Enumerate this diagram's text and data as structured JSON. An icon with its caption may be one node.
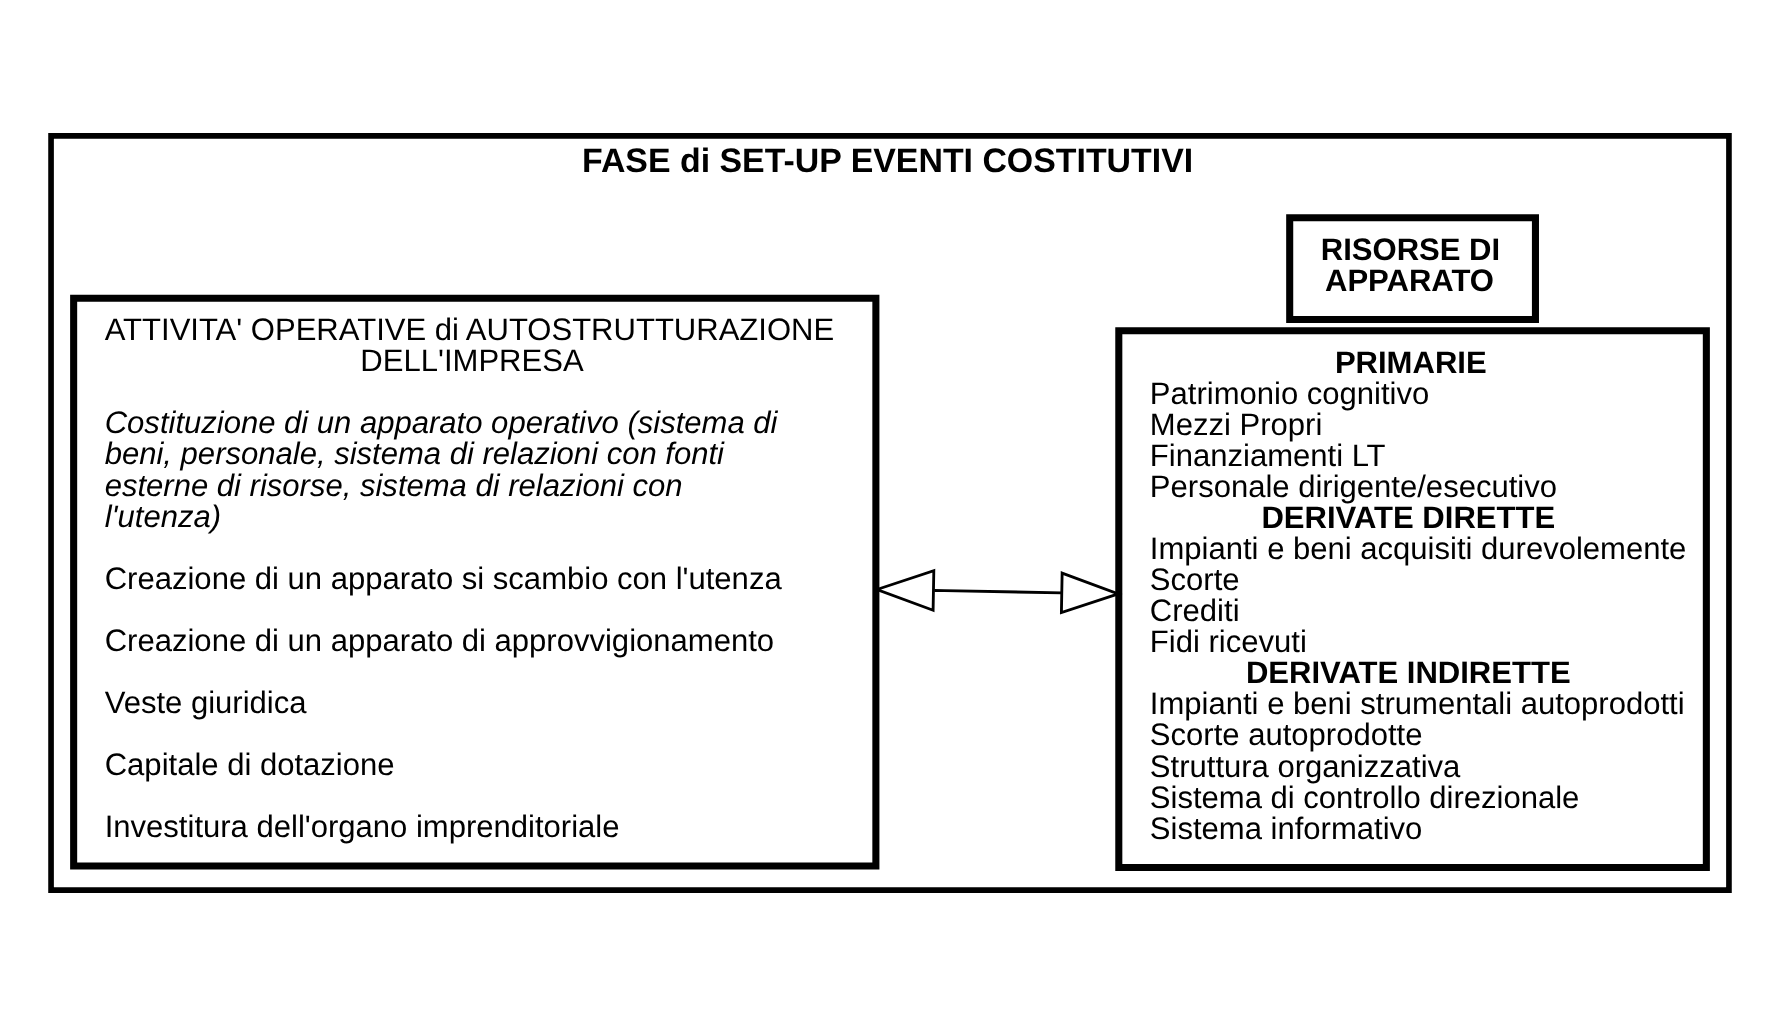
{
  "diagram": {
    "nodes": [
      {
        "text": [
          "FASE di SET-UP EVENTI COSTITUTIVI"
        ]
      },
      {
        "text": [
          "ATTIVITA' OPERATIVE di AUTOSTRUTTURAZIONE DELL'IMPRESA",
          "Costituzione di un apparato operativo (sistema di beni, personale, sistema di relazioni con fonti esterne di risorse, sistema di relazioni con l'utenza)",
          "Creazione di un apparato si scambio con l'utenza",
          "Creazione di un apparato di approvvigionamento",
          "Veste giuridica",
          "Capitale di dotazione",
          "Investitura dell'organo imprenditoriale"
        ],
        "in": 0
      },
      {
        "text": [
          "PRIMARIE",
          "Patrimonio cognitivo",
          "Mezzi Propri",
          "Finanziamenti LT",
          "Personale dirigente/esecutivo",
          "DERIVATE DIRETTE",
          "Impianti e beni acquisiti durevolemente",
          "Scorte",
          "Crediti",
          "Fidi ricevuti",
          "DERIVATE INDIRETTE",
          "Impianti e beni strumentali autoprodotti",
          "Scorte autoprodotte",
          "Struttura organizzativa",
          "Sistema di controllo direzionale",
          "Sistema informativo"
        ],
        "in": 0
      },
      {
        "text": [
          "RISORSE DI APPARATO"
        ],
        "in": 0
      }
    ],
    "edges": [
      {
        "from": 1,
        "to": 2,
        "arrow": "both"
      }
    ]
  }
}
